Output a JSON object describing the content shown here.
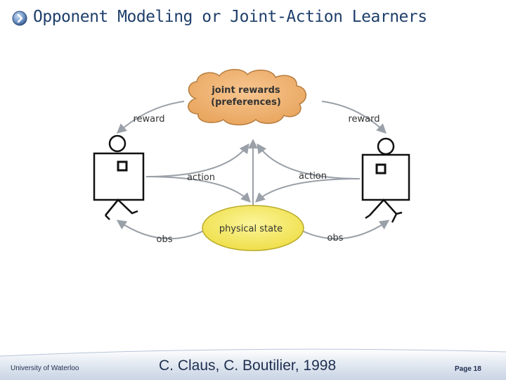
{
  "slide": {
    "title": "Opponent Modeling or Joint-Action Learners"
  },
  "diagram": {
    "joint_rewards_line1": "joint rewards",
    "joint_rewards_line2": "(preferences)",
    "physical_state": "physical state",
    "reward_left": "reward",
    "reward_right": "reward",
    "action_left": "action",
    "action_right": "action",
    "obs_left": "obs",
    "obs_right": "obs"
  },
  "footer": {
    "institution": "University of Waterloo",
    "citation": "C. Claus, C. Boutilier, 1998",
    "page": "Page 18"
  },
  "colors": {
    "title": "#1f3f6b",
    "cloud_fill": "#f0b070",
    "state_fill": "#f6ec6a",
    "arrow": "#9aa0a8",
    "footer_band": "#c9d4e4"
  },
  "icons": {
    "title_bullet": "circled-chevron-right-icon"
  }
}
